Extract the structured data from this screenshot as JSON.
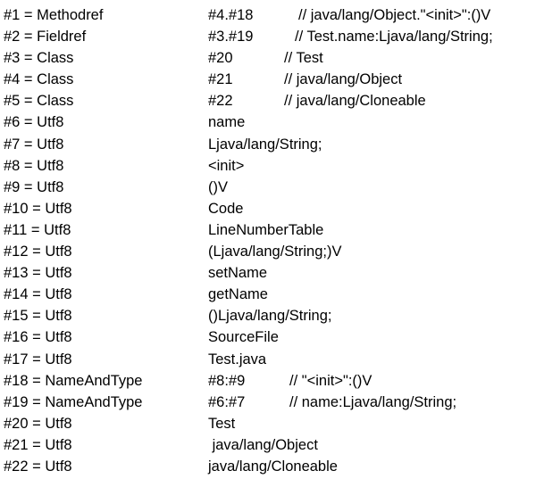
{
  "constant_pool": [
    {
      "index": "#1 = Methodref",
      "value": "#4.#18",
      "comment": "// java/lang/Object.\"<init>\":()V"
    },
    {
      "index": "#2 = Fieldref",
      "value": "#3.#19",
      "comment": "// Test.name:Ljava/lang/String;"
    },
    {
      "index": "#3 = Class",
      "value": "#20",
      "comment": "// Test"
    },
    {
      "index": "#4 = Class",
      "value": "#21",
      "comment": "// java/lang/Object"
    },
    {
      "index": "#5 = Class",
      "value": "#22",
      "comment": "// java/lang/Cloneable"
    },
    {
      "index": "#6 = Utf8",
      "value": "name",
      "comment": ""
    },
    {
      "index": "#7 = Utf8",
      "value": "Ljava/lang/String;",
      "comment": ""
    },
    {
      "index": "#8 = Utf8",
      "value": "<init>",
      "comment": ""
    },
    {
      "index": "#9 = Utf8",
      "value": "()V",
      "comment": ""
    },
    {
      "index": "#10 = Utf8",
      "value": "Code",
      "comment": ""
    },
    {
      "index": "#11 = Utf8",
      "value": "LineNumberTable",
      "comment": ""
    },
    {
      "index": "#12 = Utf8",
      "value": "(Ljava/lang/String;)V",
      "comment": ""
    },
    {
      "index": "#13 = Utf8",
      "value": "setName",
      "comment": ""
    },
    {
      "index": "#14 = Utf8",
      "value": "getName",
      "comment": ""
    },
    {
      "index": "#15 = Utf8",
      "value": "()Ljava/lang/String;",
      "comment": ""
    },
    {
      "index": "#16 = Utf8",
      "value": "SourceFile",
      "comment": ""
    },
    {
      "index": "#17 = Utf8",
      "value": "Test.java",
      "comment": ""
    },
    {
      "index": "#18 = NameAndType",
      "value": "#8:#9",
      "comment": "// \"<init>\":()V"
    },
    {
      "index": "#19 = NameAndType",
      "value": "#6:#7",
      "comment": "// name:Ljava/lang/String;"
    },
    {
      "index": "#20 = Utf8",
      "value": "Test",
      "comment": ""
    },
    {
      "index": "#21 = Utf8",
      "value": " java/lang/Object",
      "comment": ""
    },
    {
      "index": "#22 = Utf8",
      "value": "java/lang/Cloneable",
      "comment": ""
    }
  ]
}
